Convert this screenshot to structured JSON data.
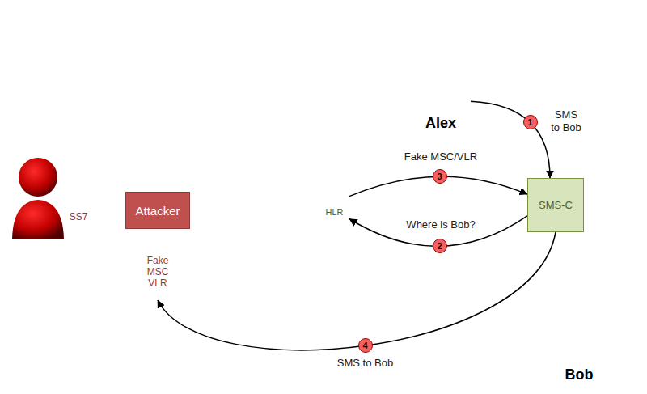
{
  "diagram": {
    "nodes": [
      {
        "text": [
          "Alex"
        ]
      },
      {
        "text": [
          "SS7"
        ]
      },
      {
        "text": [
          "Attacker"
        ],
        "in": 1
      },
      {
        "text": [
          "Fake MSC VLR"
        ],
        "in": 1
      },
      {
        "text": [
          "HLR"
        ]
      },
      {
        "text": [
          "SMS-C"
        ]
      },
      {
        "text": [
          "Bob"
        ]
      }
    ],
    "edges": [
      {
        "from": 0,
        "to": 5,
        "arrow": "to",
        "label": "SMS to Bob"
      },
      {
        "from": 5,
        "to": 4,
        "arrow": "to",
        "label": "Where is Bob?"
      },
      {
        "from": 4,
        "to": 5,
        "arrow": "to",
        "label": "Fake MSC/VLR"
      },
      {
        "from": 5,
        "to": 3,
        "arrow": "to",
        "label": "SMS to Bob"
      }
    ],
    "labels": [
      "1",
      "2",
      "3",
      "4"
    ]
  }
}
